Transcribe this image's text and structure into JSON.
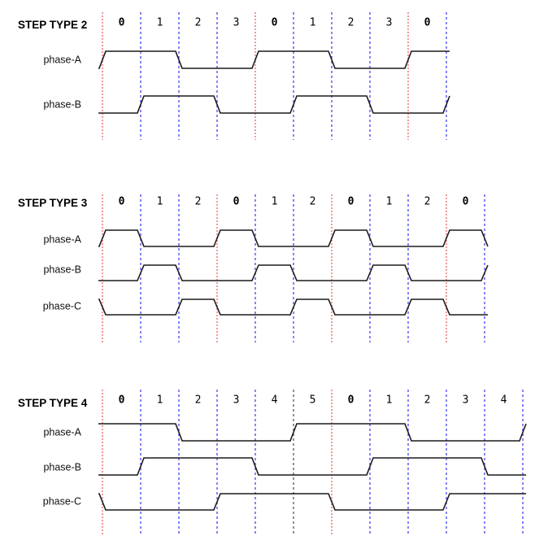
{
  "colors": {
    "background": "#ffffff",
    "signal": "#1b1b1b",
    "cycle_boundary": "#f08080",
    "step_boundary": "#5252f2",
    "special_boundary": "#4a4a4a",
    "text": "#000000"
  },
  "sections": [
    {
      "title": "STEP TYPE 2",
      "steps": [
        {
          "label": "0",
          "bold": true
        },
        {
          "label": "1",
          "bold": false
        },
        {
          "label": "2",
          "bold": false
        },
        {
          "label": "3",
          "bold": false
        },
        {
          "label": "0",
          "bold": true
        },
        {
          "label": "1",
          "bold": false
        },
        {
          "label": "2",
          "bold": false
        },
        {
          "label": "3",
          "bold": false
        },
        {
          "label": "0",
          "bold": true
        }
      ],
      "boundaries": [
        "cycle",
        "step",
        "step",
        "step",
        "cycle",
        "step",
        "step",
        "step",
        "cycle",
        "step"
      ],
      "phases": [
        {
          "name": "phase-A",
          "pre": 0,
          "levels": [
            1,
            1,
            0,
            0,
            1,
            1,
            0,
            0,
            1
          ],
          "post": 1
        },
        {
          "name": "phase-B",
          "pre": 0,
          "levels": [
            0,
            1,
            1,
            0,
            0,
            1,
            1,
            0,
            0
          ],
          "post": 1
        }
      ]
    },
    {
      "title": "STEP TYPE 3",
      "steps": [
        {
          "label": "0",
          "bold": true
        },
        {
          "label": "1",
          "bold": false
        },
        {
          "label": "2",
          "bold": false
        },
        {
          "label": "0",
          "bold": true
        },
        {
          "label": "1",
          "bold": false
        },
        {
          "label": "2",
          "bold": false
        },
        {
          "label": "0",
          "bold": true
        },
        {
          "label": "1",
          "bold": false
        },
        {
          "label": "2",
          "bold": false
        },
        {
          "label": "0",
          "bold": true
        }
      ],
      "boundaries": [
        "cycle",
        "step",
        "step",
        "cycle",
        "step",
        "step",
        "cycle",
        "step",
        "step",
        "cycle",
        "step"
      ],
      "phases": [
        {
          "name": "phase-A",
          "pre": 0,
          "levels": [
            1,
            0,
            0,
            1,
            0,
            0,
            1,
            0,
            0,
            1
          ],
          "post": 0
        },
        {
          "name": "phase-B",
          "pre": 0,
          "levels": [
            0,
            1,
            0,
            0,
            1,
            0,
            0,
            1,
            0,
            0
          ],
          "post": 1
        },
        {
          "name": "phase-C",
          "pre": 1,
          "levels": [
            0,
            0,
            1,
            0,
            0,
            1,
            0,
            0,
            1,
            0
          ],
          "post": 0
        }
      ]
    },
    {
      "title": "STEP TYPE 4",
      "steps": [
        {
          "label": "0",
          "bold": true
        },
        {
          "label": "1",
          "bold": false
        },
        {
          "label": "2",
          "bold": false
        },
        {
          "label": "3",
          "bold": false
        },
        {
          "label": "4",
          "bold": false
        },
        {
          "label": "5",
          "bold": false
        },
        {
          "label": "0",
          "bold": true
        },
        {
          "label": "1",
          "bold": false
        },
        {
          "label": "2",
          "bold": false
        },
        {
          "label": "3",
          "bold": false
        },
        {
          "label": "4",
          "bold": false
        }
      ],
      "boundaries": [
        "cycle",
        "step",
        "step",
        "step",
        "step",
        "special",
        "cycle",
        "step",
        "step",
        "step",
        "step",
        "step"
      ],
      "phases": [
        {
          "name": "phase-A",
          "pre": 1,
          "levels": [
            1,
            1,
            0,
            0,
            0,
            1,
            1,
            1,
            0,
            0,
            0
          ],
          "post": 1
        },
        {
          "name": "phase-B",
          "pre": 0,
          "levels": [
            0,
            1,
            1,
            1,
            0,
            0,
            0,
            1,
            1,
            1,
            0
          ],
          "post": 0
        },
        {
          "name": "phase-C",
          "pre": 1,
          "levels": [
            0,
            0,
            0,
            1,
            1,
            1,
            0,
            0,
            0,
            1,
            1
          ],
          "post": 1
        }
      ]
    }
  ]
}
